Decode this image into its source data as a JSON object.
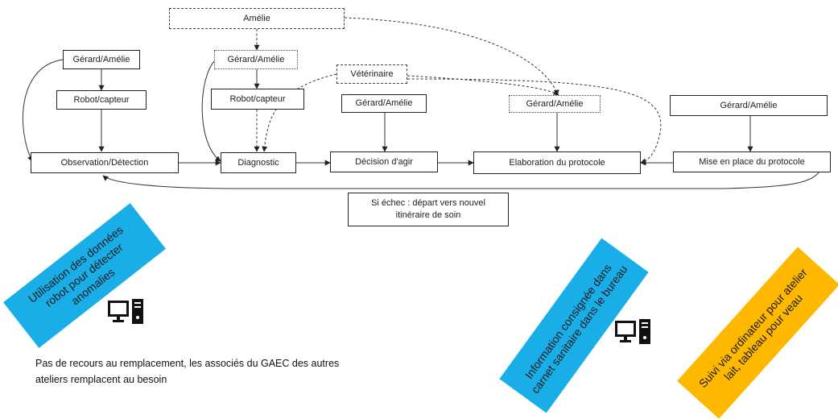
{
  "boxes": {
    "amelie": "Amélie",
    "ga_col1": "Gérard/Amélie",
    "robot1": "Robot/capteur",
    "ga_col2": "Gérard/Amélie",
    "robot2": "Robot/capteur",
    "veterinaire": "Vétérinaire",
    "ga_col3": "Gérard/Amélie",
    "ga_col4": "Gérard/Amélie",
    "ga_col5": "Gérard/Amélie",
    "observation": "Observation/Détection",
    "diagnostic": "Diagnostic",
    "decision": "Décision d'agir",
    "elaboration": "Elaboration du protocole",
    "mise_en_place": "Mise en place du protocole",
    "echec": "Si échec : départ vers nouvel itinéraire de soin"
  },
  "notes": {
    "remplacement": "Pas de recours au remplacement, les associés du GAEC des autres ateliers remplacent au besoin"
  },
  "callouts": {
    "robot_data": "Utilisation des données robot pour détecter anomalies",
    "carnet": "Information consignée dans carnet sanitaire dans le bureau",
    "suivi": "Suivi via ordinateur pour atelier lait, tableau pour veau"
  },
  "icons": [
    "computer-icon",
    "computer-icon"
  ],
  "colors": {
    "blue": "#1aaee9",
    "orange": "#ffb800"
  }
}
